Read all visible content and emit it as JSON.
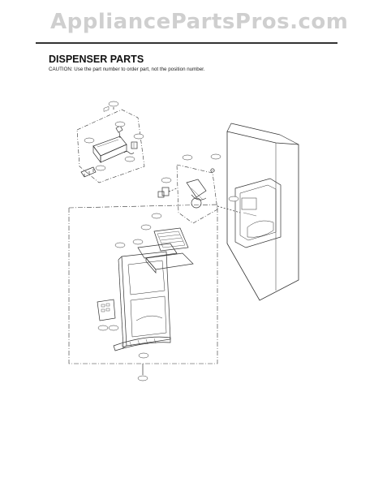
{
  "watermark": "AppliancePartsPros.com",
  "header": {
    "title": "DISPENSER PARTS",
    "caution": "CAUTION: Use the part number to order part, not the position number."
  }
}
